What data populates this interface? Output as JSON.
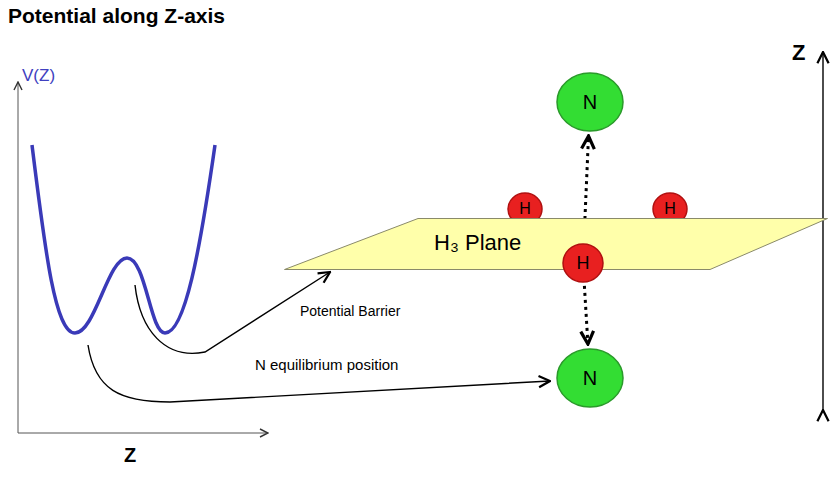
{
  "diagram": {
    "title": "Potential along Z-axis",
    "nodes": [
      {
        "text": [
          "N"
        ]
      },
      {
        "text": [
          "H"
        ]
      },
      {
        "text": [
          "H"
        ]
      },
      {
        "text": [
          "H₃ Plane"
        ]
      },
      {
        "text": [
          "H"
        ]
      },
      {
        "text": [
          "N"
        ]
      }
    ],
    "edges": [
      {
        "from": 4,
        "to": 0,
        "arrow": "to"
      },
      {
        "from": 4,
        "to": 5,
        "arrow": "to"
      }
    ],
    "labels": [
      "V(Z)",
      "Z",
      "Potential Barrier",
      "N equilibrium position",
      "Z"
    ]
  }
}
